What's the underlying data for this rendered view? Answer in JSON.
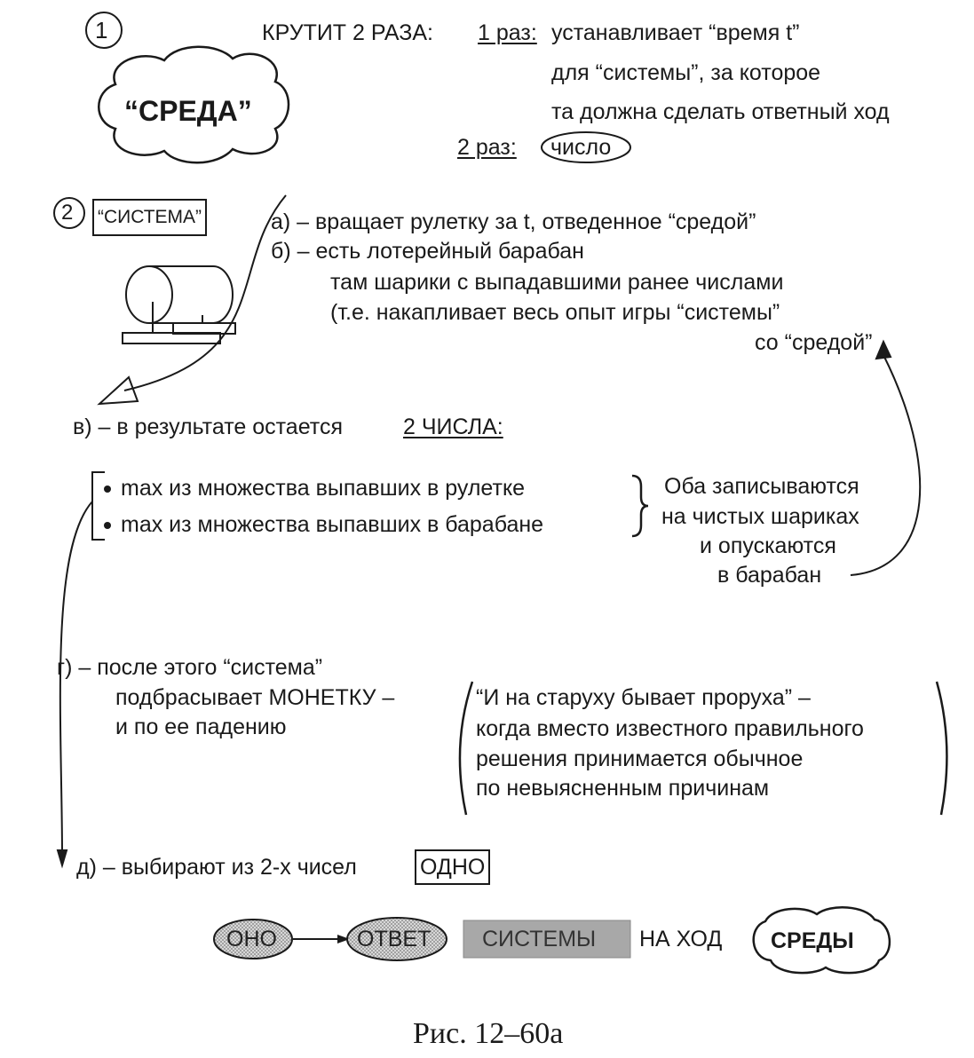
{
  "header": {
    "step1_number": "1",
    "sreda_label": "“СРЕДА”",
    "spins_label": "КРУТИТ 2 РАЗА:",
    "first_spin_label": "1 раз:",
    "first_spin_lines": [
      "устанавливает “время t”",
      "для “системы”, за которое",
      "та должна сделать ответный ход"
    ],
    "second_spin_label": "2 раз:",
    "second_spin_value": "число"
  },
  "system": {
    "step2_number": "2",
    "label": "“СИСТЕМА”",
    "a_line": "а) – вращает рулетку за t, отведенное “средой”",
    "b_lines": [
      "б) – есть лотерейный барабан",
      "там шарики с выпадавшими ранее числами",
      "(т.е. накапливает весь опыт игры “системы”",
      "со “средой”"
    ]
  },
  "result": {
    "v_prefix": "в) – в результате остается",
    "v_highlight": "2 ЧИСЛА:",
    "bullets": [
      "max из множества выпавших в рулетке",
      "max из множества выпавших в барабане"
    ],
    "note_lines": [
      "Оба записываются",
      "на чистых шариках",
      "и опускаются",
      "в барабан"
    ]
  },
  "coin": {
    "g_lines": [
      "г) – после этого “система”",
      "подбрасывает МОНЕТКУ –",
      "и по ее падению"
    ],
    "proverb_lines": [
      "“И на старуху бывает проруха” –",
      "когда вместо известного правильного",
      "решения принимается обычное",
      "по невыясненным причинам"
    ]
  },
  "choice": {
    "d_prefix": "д) – выбирают из 2-х чисел",
    "d_boxed": "ОДНО"
  },
  "flow": {
    "node1": "ОНО",
    "node2": "ОТВЕТ",
    "node3": "СИСТЕМЫ",
    "connector": "НА ХОД",
    "node4": "СРЕДЫ"
  },
  "caption": "Рис. 12–60а"
}
